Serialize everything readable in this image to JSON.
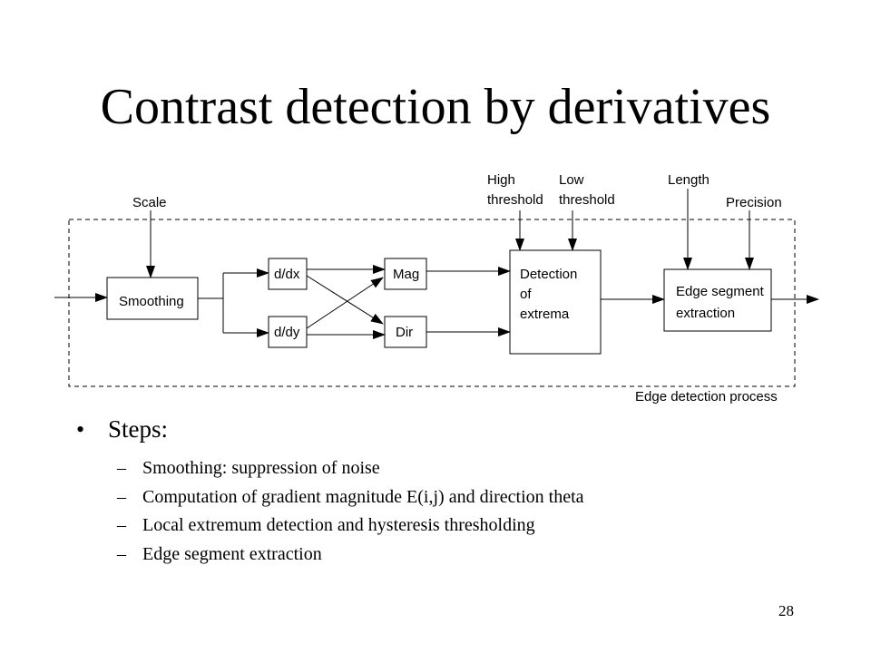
{
  "title": "Contrast detection by derivatives",
  "diagram": {
    "inputs": {
      "scale": "Scale",
      "high_threshold": [
        "High",
        "threshold"
      ],
      "low_threshold": [
        "Low",
        "threshold"
      ],
      "length": "Length",
      "precision": "Precision"
    },
    "blocks": {
      "smoothing": "Smoothing",
      "ddx": "d/dx",
      "ddy": "d/dy",
      "mag": "Mag",
      "dir": "Dir",
      "detection": [
        "Detection",
        "of",
        "extrema"
      ],
      "edge_segment": [
        "Edge segment",
        "extraction"
      ]
    },
    "process_label": "Edge detection process"
  },
  "bullets": {
    "main": "Steps:",
    "items": [
      "Smoothing: suppression of noise",
      "Computation of gradient magnitude E(i,j) and direction theta",
      "Local extremum detection and hysteresis thresholding",
      "Edge segment extraction"
    ]
  },
  "page_number": "28"
}
